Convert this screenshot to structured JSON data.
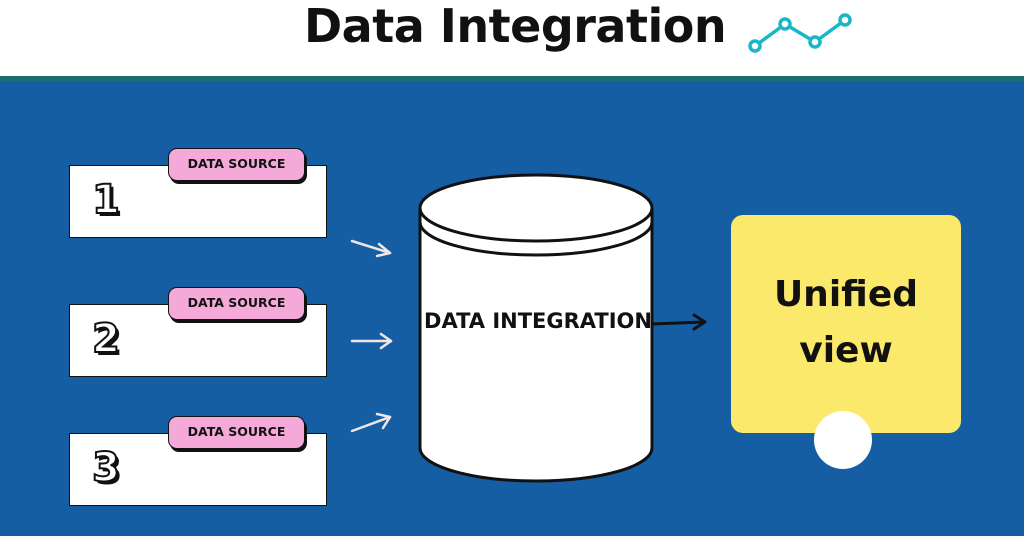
{
  "header": {
    "title": "Data Integration",
    "accent_color": "#19b7c4"
  },
  "sources": [
    {
      "tag": "DATA SOURCE",
      "number": "1"
    },
    {
      "tag": "DATA SOURCE",
      "number": "2"
    },
    {
      "tag": "DATA SOURCE",
      "number": "3"
    }
  ],
  "hub": {
    "label": "DATA INTEGRATION"
  },
  "output": {
    "label": "Unified view"
  },
  "colors": {
    "panel": "#165ea3",
    "tag": "#f5a9d8",
    "output_card": "#fbe96b",
    "rule": "#1a6e72"
  }
}
